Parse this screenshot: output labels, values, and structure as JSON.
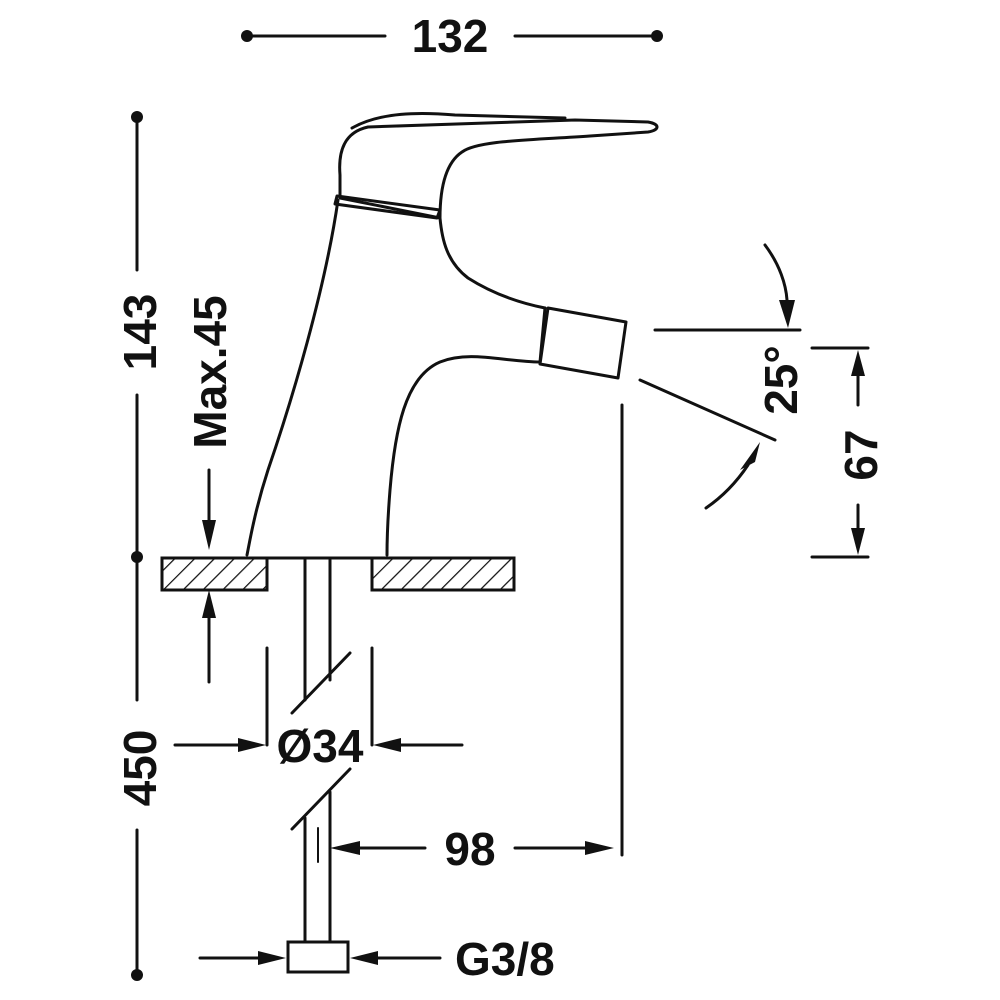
{
  "dimensions": {
    "width_top": "132",
    "height_total": "143",
    "deck_thickness": "Max.45",
    "hose_length": "450",
    "hole_diameter": "Ø34",
    "spout_reach": "98",
    "spout_height": "67",
    "spout_angle": "25°",
    "connection": "G3/8"
  }
}
